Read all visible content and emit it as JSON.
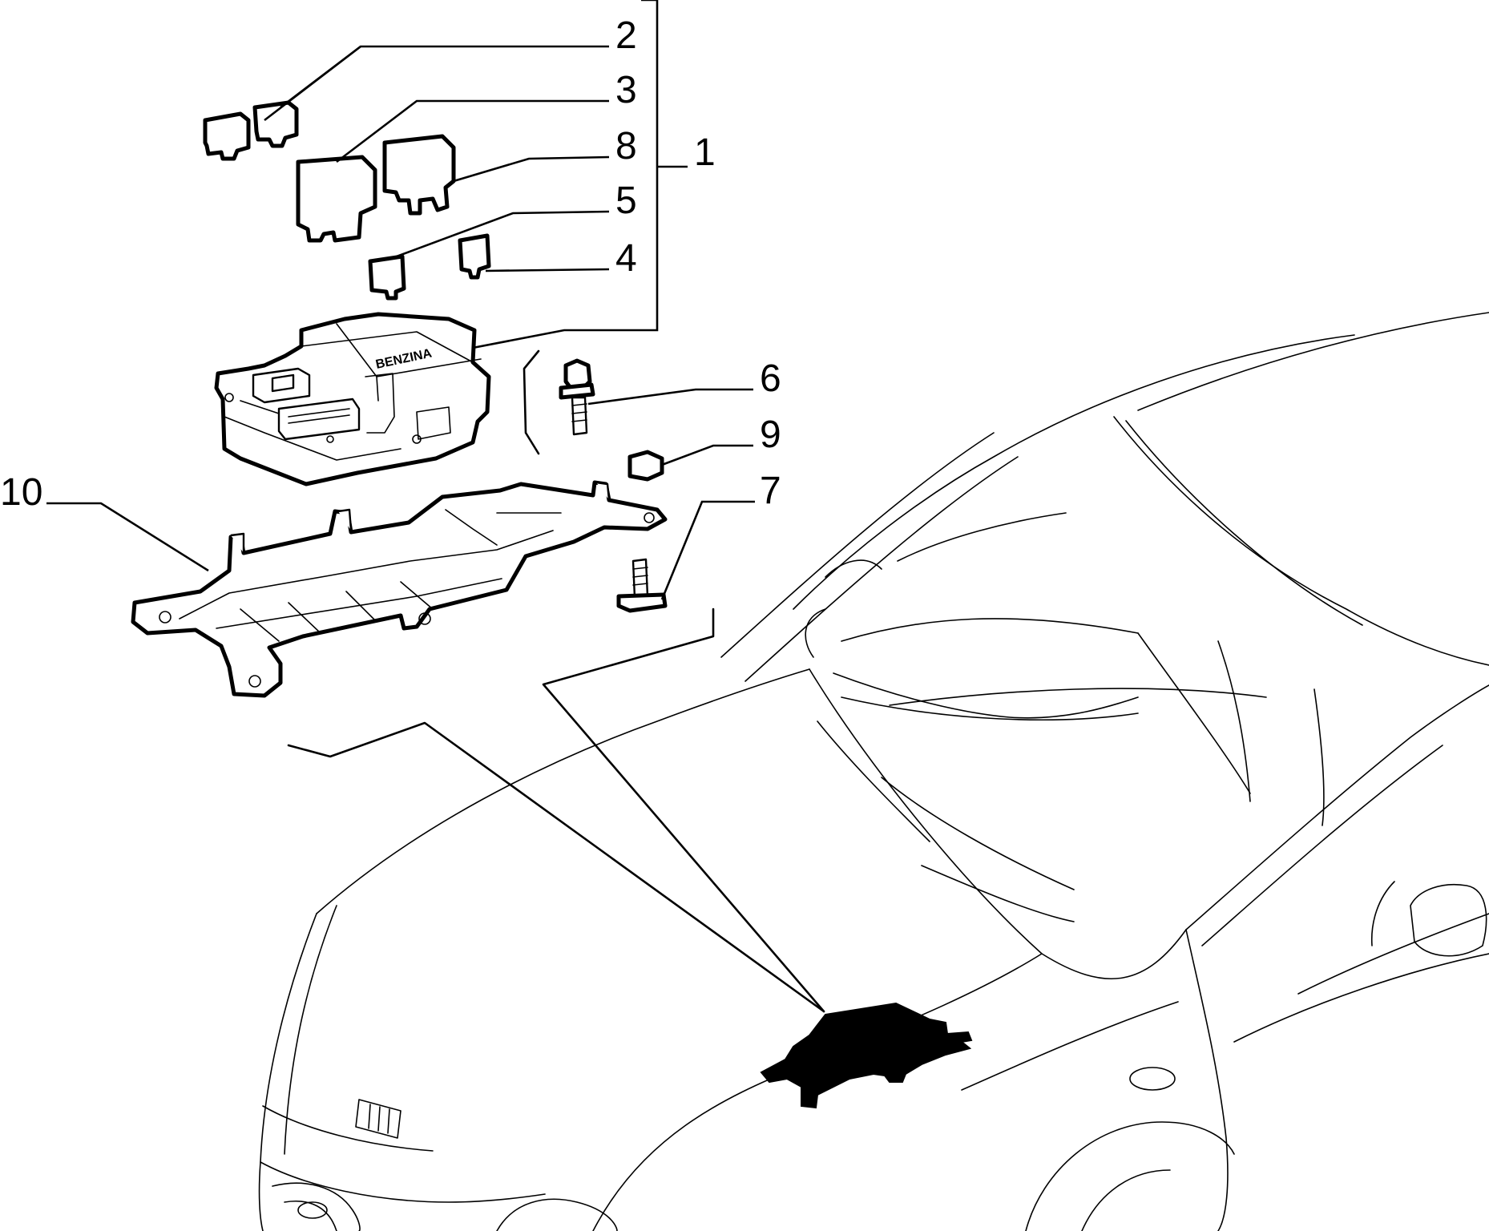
{
  "diagram": {
    "type": "exploded parts diagram",
    "colors": {
      "ink": "#000000",
      "paper": "#ffffff"
    },
    "box_marking": "BENZINA",
    "callouts": [
      {
        "id": "1",
        "label": "1"
      },
      {
        "id": "2",
        "label": "2"
      },
      {
        "id": "3",
        "label": "3"
      },
      {
        "id": "4",
        "label": "4"
      },
      {
        "id": "5",
        "label": "5"
      },
      {
        "id": "6",
        "label": "6"
      },
      {
        "id": "7",
        "label": "7"
      },
      {
        "id": "8",
        "label": "8"
      },
      {
        "id": "9",
        "label": "9"
      },
      {
        "id": "10",
        "label": "10"
      }
    ]
  }
}
